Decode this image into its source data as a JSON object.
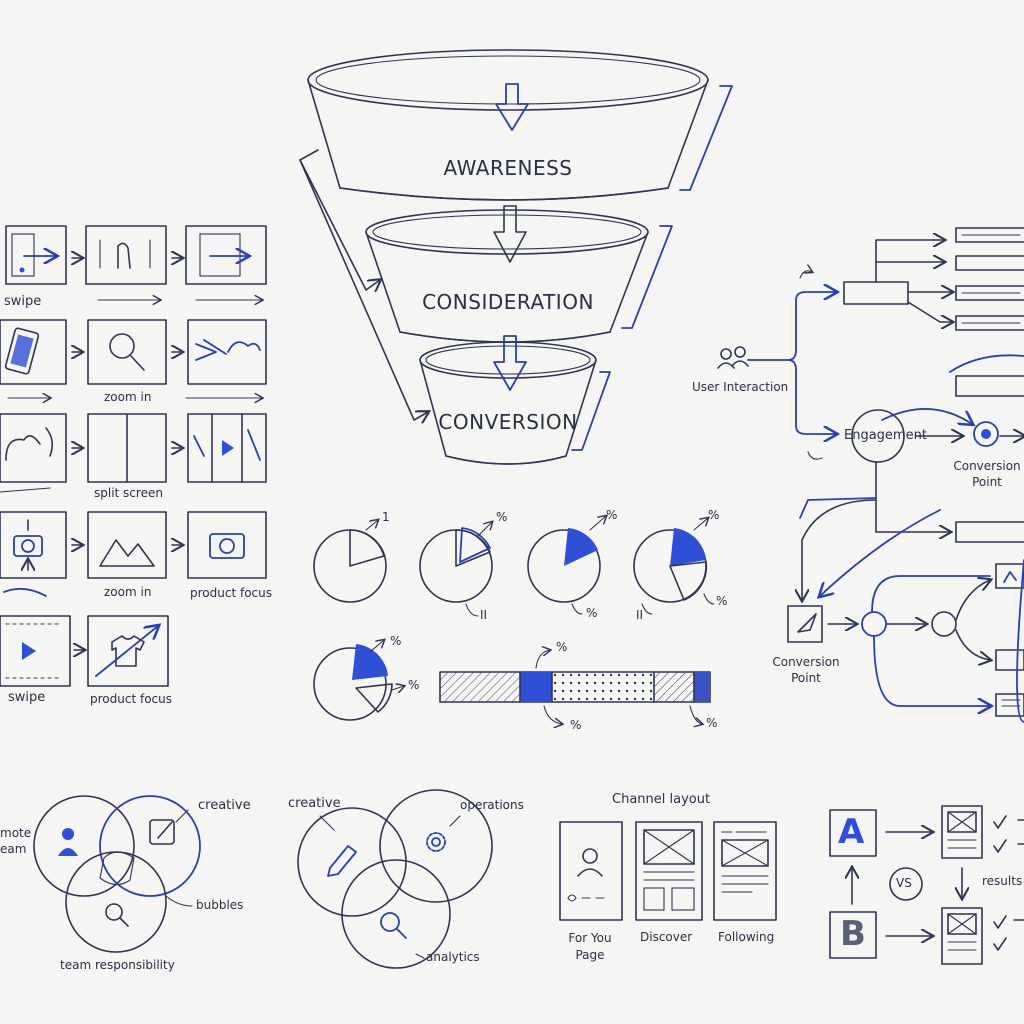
{
  "funnel": {
    "stages": [
      "AWARENESS",
      "CONSIDERATION",
      "CONVERSION"
    ]
  },
  "gestures": {
    "labels": [
      "swipe",
      "zoom in",
      "split screen",
      "zoom in",
      "product focus",
      "swipe",
      "product focus"
    ]
  },
  "pies": {
    "annotations": [
      "1",
      "%",
      "II",
      "%",
      "%",
      "%",
      "II",
      "%",
      "%",
      "%",
      "%",
      "%",
      "%"
    ]
  },
  "flow": {
    "user_interaction": "User Interaction",
    "engagement": "Engagement",
    "conversion_point_right": "Conversion Point",
    "conversion_point_left": "Conversion Point"
  },
  "venn_team": {
    "labels": [
      "mote",
      "eam",
      "creative",
      "bubbles",
      "team responsibility"
    ]
  },
  "venn_roles": {
    "labels": [
      "creative",
      "operations",
      "analytics"
    ]
  },
  "channel_layout": {
    "title": "Channel layout",
    "screens": [
      "For You Page",
      "Discover",
      "Following"
    ]
  },
  "ab_test": {
    "variant_a": "A",
    "variant_b": "B",
    "vs": "VS",
    "results": "results"
  },
  "colors": {
    "ink": "#2f3550",
    "accent": "#2f4fd6",
    "paper": "#f5f5f3"
  }
}
